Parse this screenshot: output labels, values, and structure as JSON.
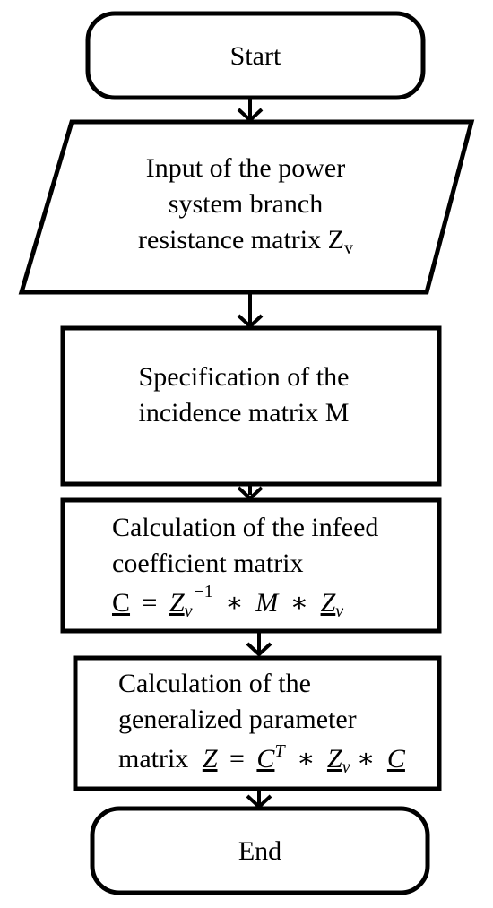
{
  "flowchart": {
    "start": {
      "label": "Start"
    },
    "input": {
      "lines": [
        "Input of the power",
        "system branch",
        "resistance matrix Z"
      ],
      "subscript": "v"
    },
    "specification": {
      "lines": [
        "Specification of the",
        "incidence matrix M"
      ]
    },
    "infeed": {
      "lines": [
        "Calculation of the infeed",
        "coefficient matrix"
      ],
      "formula": {
        "lhs": "C",
        "eq": "=",
        "z1": "Z",
        "z1_sub": "v",
        "z1_sup": "−1",
        "op1": "∗",
        "m": "M",
        "op2": "∗",
        "z2": "Z",
        "z2_sub": "v"
      }
    },
    "generalized": {
      "lines": [
        "Calculation of the",
        "generalized parameter"
      ],
      "formula": {
        "prefix": "matrix",
        "lhs": "Z",
        "eq": "=",
        "c1": "C",
        "c1_sup": "T",
        "op1": "∗",
        "z": "Z",
        "z_sub": "v",
        "op2": "∗",
        "c2": "C"
      }
    },
    "end": {
      "label": "End"
    }
  },
  "colors": {
    "stroke": "#000000",
    "fill": "#ffffff",
    "text": "#000000"
  }
}
